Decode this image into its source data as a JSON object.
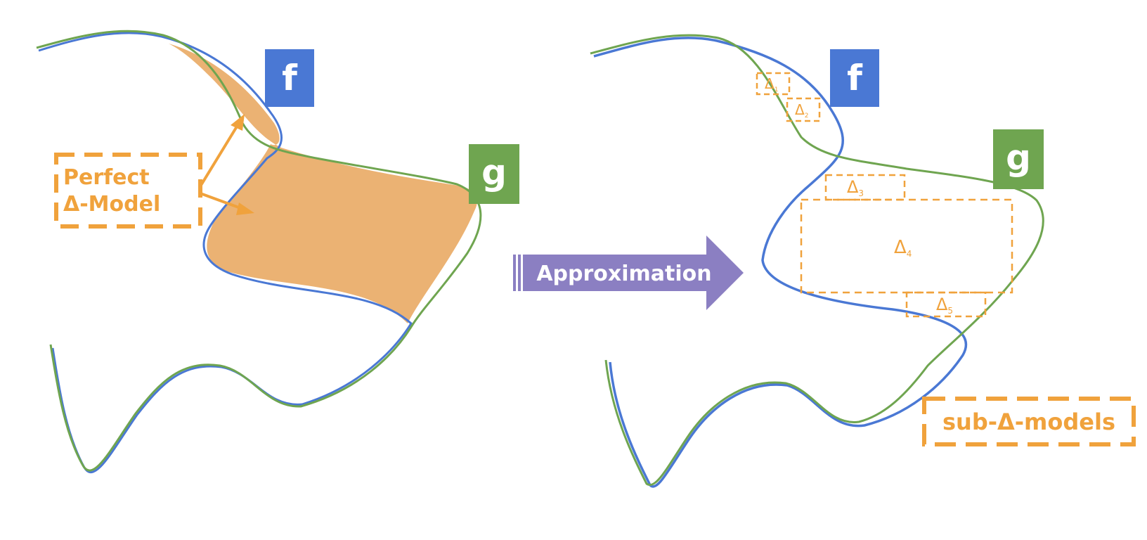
{
  "colors": {
    "f_curve": "#4a78d4",
    "g_curve": "#6fa550",
    "delta_fill": "#ebb273",
    "delta_orange": "#f0a23c",
    "arrow_purple": "#8b7fc2",
    "text_white": "#ffffff"
  },
  "left_panel": {
    "f_label": "f",
    "g_label": "g",
    "perfect_line1": "Perfect",
    "perfect_line2": "Δ-Model"
  },
  "arrow": {
    "label": "Approximation"
  },
  "right_panel": {
    "f_label": "f",
    "g_label": "g",
    "deltas": [
      {
        "symbol": "Δ",
        "sub": "1"
      },
      {
        "symbol": "Δ",
        "sub": "2"
      },
      {
        "symbol": "Δ",
        "sub": "3"
      },
      {
        "symbol": "Δ",
        "sub": "4"
      },
      {
        "symbol": "Δ",
        "sub": "5"
      }
    ],
    "submodels_label": "sub-Δ-models"
  }
}
